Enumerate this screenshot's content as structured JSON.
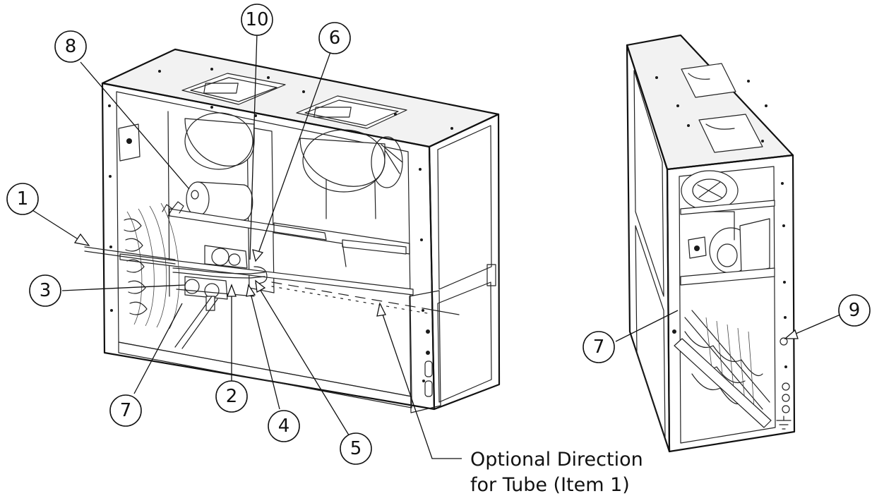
{
  "callouts": {
    "left_view": [
      {
        "label": "1"
      },
      {
        "label": "2"
      },
      {
        "label": "3"
      },
      {
        "label": "4"
      },
      {
        "label": "5"
      },
      {
        "label": "6"
      },
      {
        "label": "7"
      },
      {
        "label": "8"
      },
      {
        "label": "10"
      }
    ],
    "right_view": [
      {
        "label": "7"
      },
      {
        "label": "9"
      }
    ]
  },
  "note": {
    "line1": "Optional Direction",
    "line2": "for Tube (Item 1)"
  },
  "colors": {
    "line": "#111111",
    "background": "#ffffff"
  }
}
